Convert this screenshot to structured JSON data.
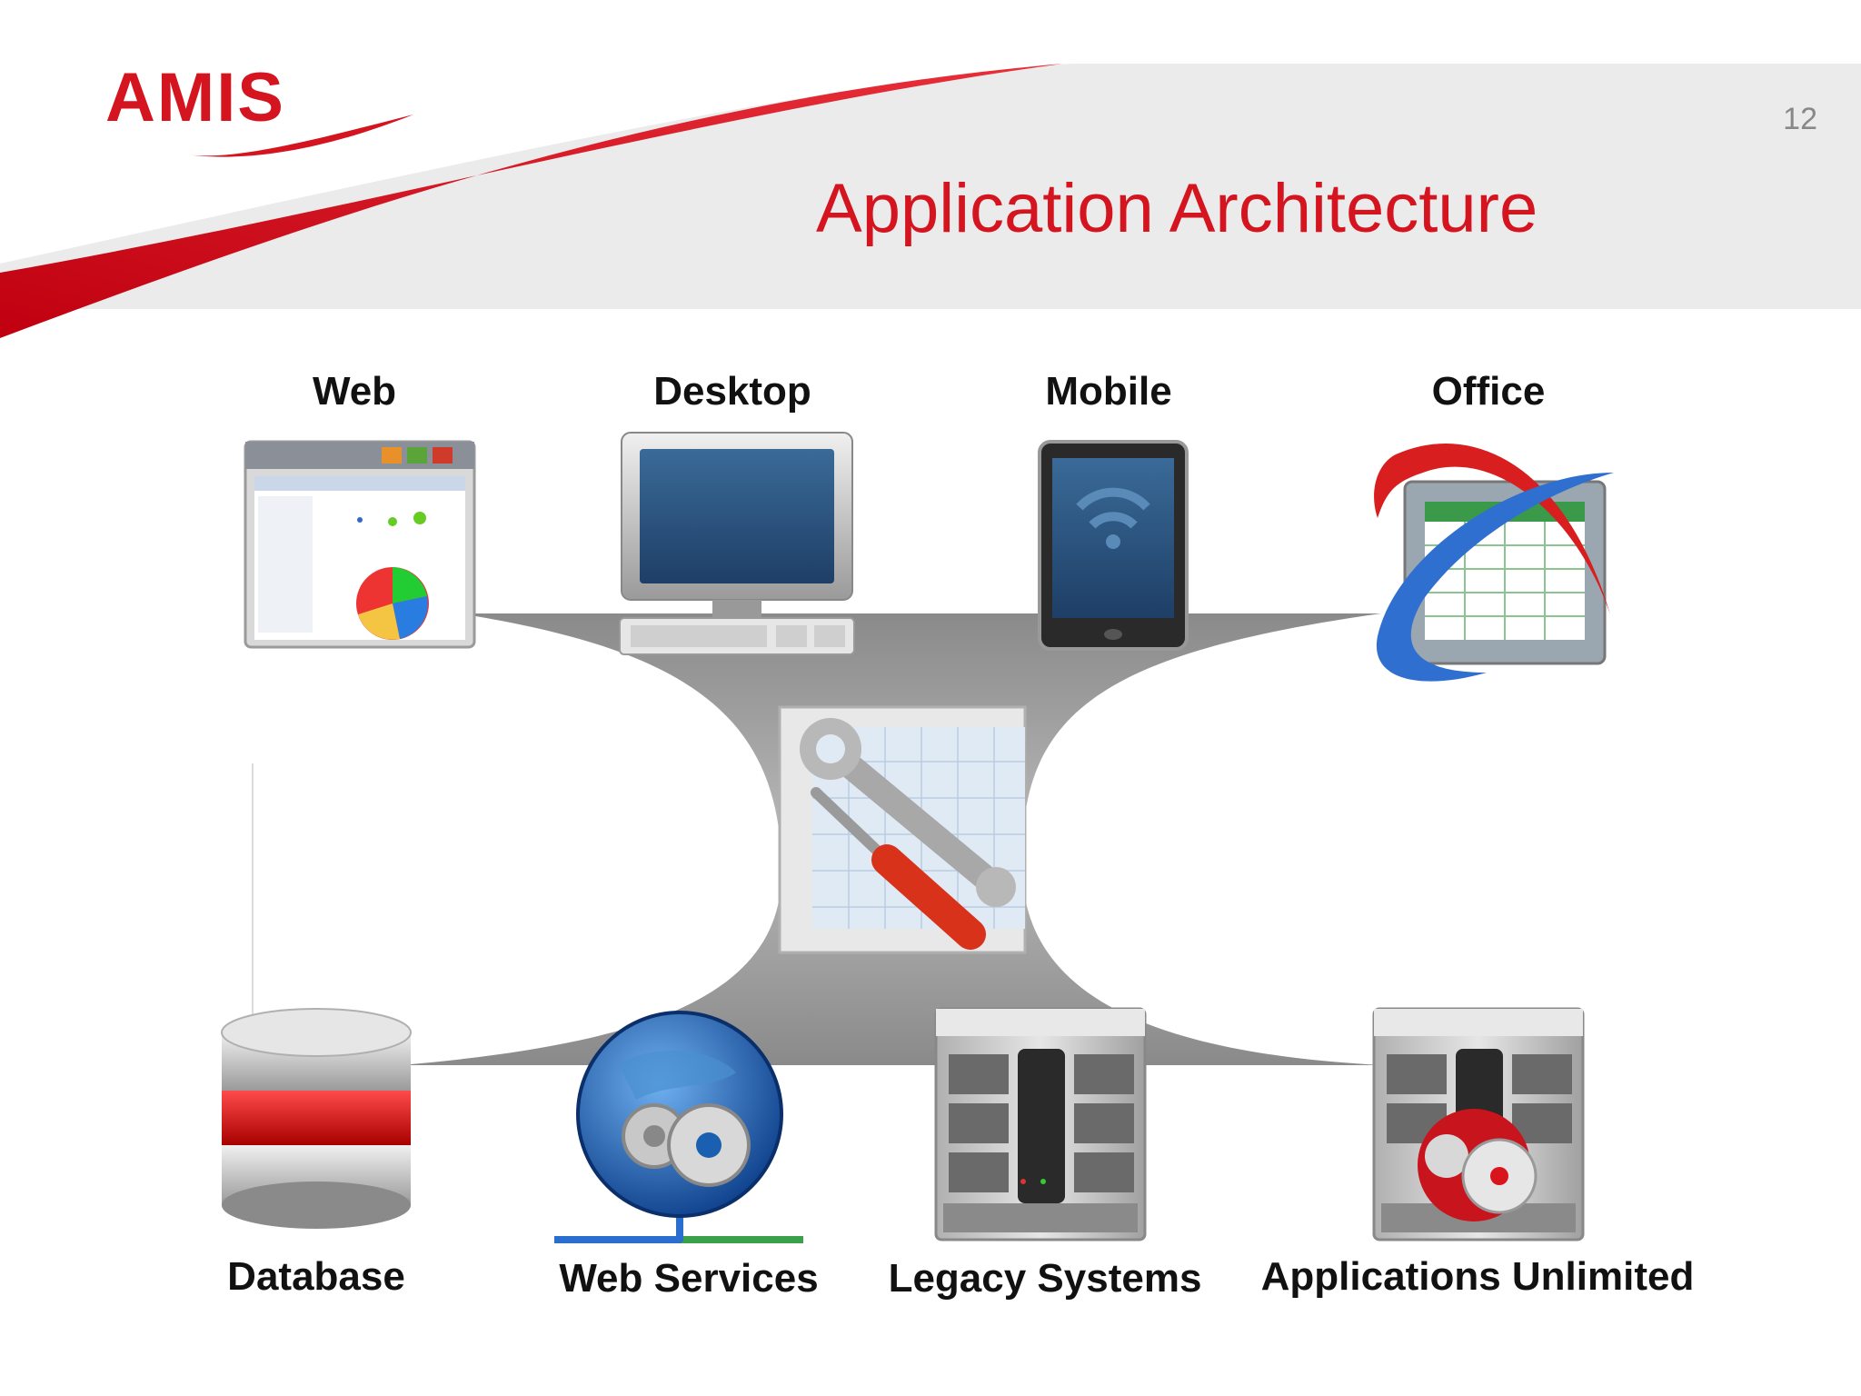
{
  "logo": {
    "text": "AMIS",
    "color": "#d4141f"
  },
  "slide": {
    "title": "Application Architecture",
    "page_number": "12",
    "title_color": "#d4141f"
  },
  "top_nodes": [
    {
      "label": "Web",
      "icon": "web-app-window-icon"
    },
    {
      "label": "Desktop",
      "icon": "desktop-computer-icon"
    },
    {
      "label": "Mobile",
      "icon": "mobile-tablet-icon"
    },
    {
      "label": "Office",
      "icon": "office-spreadsheet-icon"
    }
  ],
  "center_node": {
    "icon": "development-tools-icon"
  },
  "bottom_nodes": [
    {
      "label": "Database",
      "icon": "database-icon"
    },
    {
      "label": "Web Services",
      "icon": "web-services-globe-icon"
    },
    {
      "label": "Legacy Systems",
      "icon": "legacy-server-icon"
    },
    {
      "label": "Applications Unlimited",
      "icon": "applications-server-gear-icon"
    }
  ]
}
